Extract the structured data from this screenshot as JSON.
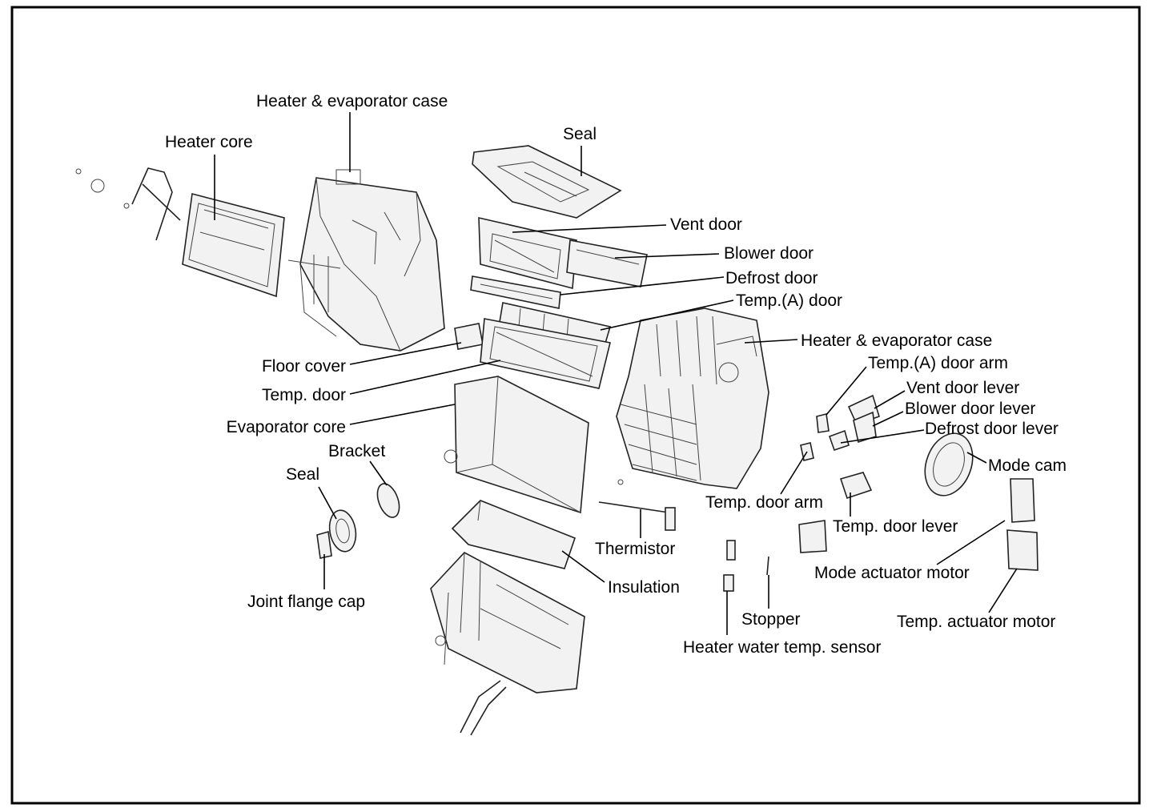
{
  "labels": {
    "heater_evap_case_top": "Heater & evaporator case",
    "heater_core": "Heater core",
    "seal_top": "Seal",
    "vent_door": "Vent door",
    "blower_door": "Blower door",
    "defrost_door": "Defrost door",
    "temp_a_door": "Temp.(A) door",
    "heater_evap_case_right": "Heater & evaporator case",
    "temp_a_door_arm": "Temp.(A) door arm",
    "vent_door_lever": "Vent door lever",
    "blower_door_lever": "Blower door lever",
    "defrost_door_lever": "Defrost door lever",
    "mode_cam": "Mode cam",
    "floor_cover": "Floor cover",
    "temp_door": "Temp. door",
    "evaporator_core": "Evaporator core",
    "bracket": "Bracket",
    "seal_left": "Seal",
    "temp_door_arm": "Temp. door arm",
    "temp_door_lever": "Temp. door lever",
    "thermistor": "Thermistor",
    "mode_actuator_motor": "Mode actuator motor",
    "insulation": "Insulation",
    "joint_flange_cap": "Joint flange cap",
    "stopper": "Stopper",
    "temp_actuator_motor": "Temp. actuator motor",
    "heater_water_temp_sensor": "Heater water temp. sensor"
  }
}
